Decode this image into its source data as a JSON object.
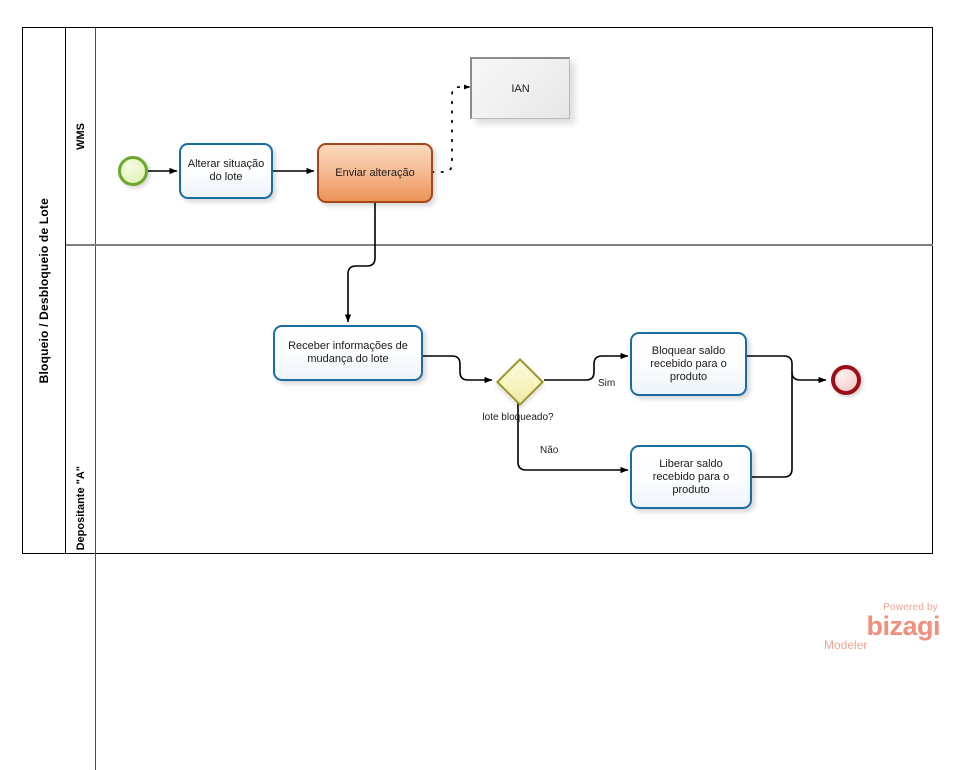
{
  "diagram": {
    "type": "bpmn-process",
    "pool": {
      "label": "Bloqueio / Desbloqueio de Lote"
    },
    "lanes": [
      {
        "id": "wms",
        "label": "WMS"
      },
      {
        "id": "depositante",
        "label": "Depositante \"A\""
      }
    ],
    "nodes": [
      {
        "id": "start",
        "type": "start-event",
        "label": ""
      },
      {
        "id": "task1",
        "type": "task",
        "label": "Alterar situação do lote"
      },
      {
        "id": "task2",
        "type": "task",
        "label": "Enviar alteração"
      },
      {
        "id": "data1",
        "type": "data-object",
        "label": "IAN"
      },
      {
        "id": "task3",
        "type": "task",
        "label": "Receber informações de mudança do lote"
      },
      {
        "id": "gateway1",
        "type": "exclusive-gateway",
        "label": "lote bloqueado?"
      },
      {
        "id": "task4",
        "type": "task",
        "label": "Bloquear saldo recebido para o produto"
      },
      {
        "id": "task5",
        "type": "task",
        "label": "Liberar saldo recebido para o produto"
      },
      {
        "id": "end",
        "type": "end-event",
        "label": ""
      }
    ],
    "flow_labels": {
      "yes": "Sim",
      "no": "Não"
    },
    "colors": {
      "task_blue_border": "#1b6ca3",
      "task_orange_border": "#a4471a",
      "task_orange_fill": "#ec9457",
      "gateway_border": "#9a9628",
      "gateway_fill": "#f7f3bd",
      "start_event": "#6aa72a",
      "end_event": "#9c0f16",
      "lane_divider": "#808080",
      "watermark": "#f08f7c"
    }
  },
  "watermark": {
    "powered_by": "Powered by",
    "brand": "bizagi",
    "product": "Modeler"
  }
}
